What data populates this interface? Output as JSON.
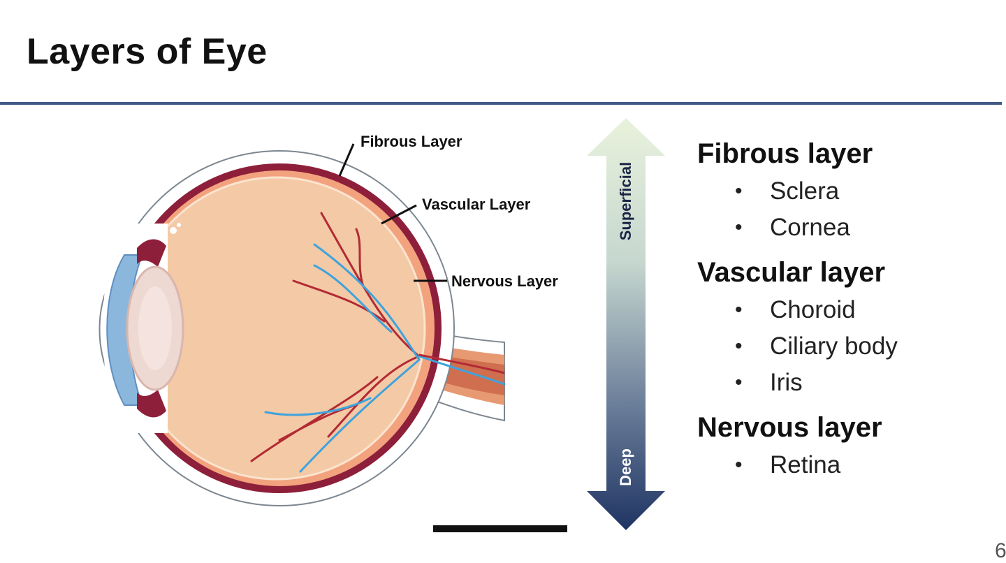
{
  "slide": {
    "title": "Layers of Eye",
    "page_number": "6"
  },
  "diagram": {
    "labels": {
      "fibrous": "Fibrous Layer",
      "vascular": "Vascular Layer",
      "nervous": "Nervous Layer"
    }
  },
  "arrow": {
    "top_label": "Superficial",
    "bottom_label": "Deep"
  },
  "layers": [
    {
      "heading": "Fibrous layer",
      "items": [
        "Sclera",
        "Cornea"
      ]
    },
    {
      "heading": "Vascular layer",
      "items": [
        "Choroid",
        "Ciliary body",
        "Iris"
      ]
    },
    {
      "heading": "Nervous layer",
      "items": [
        "Retina"
      ]
    }
  ],
  "colors": {
    "rule": "#3f5a86",
    "arrow_top": "#e8f2dc",
    "arrow_bottom": "#1f3463",
    "choroid": "#8e1f3b",
    "retina": "#f2c7a4"
  }
}
